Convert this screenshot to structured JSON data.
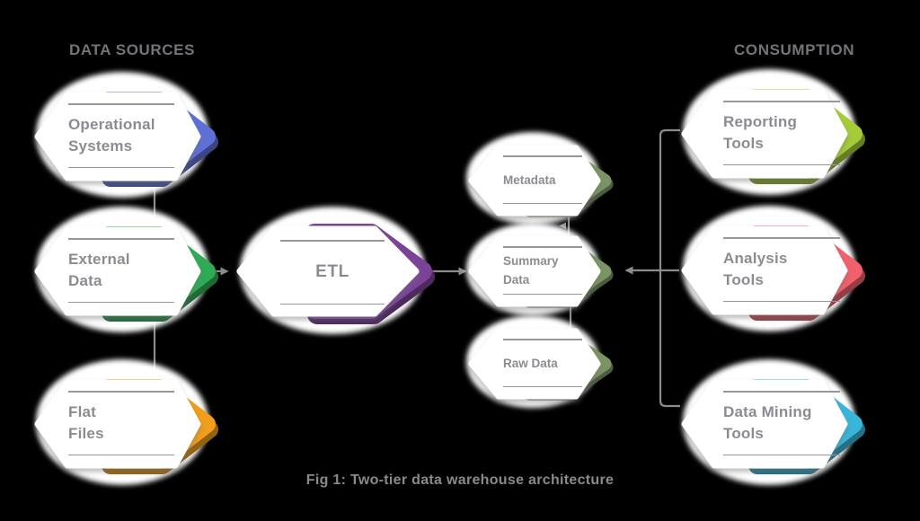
{
  "figure": {
    "caption": "Fig 1: Two-tier data warehouse architecture",
    "background_color": "#000000",
    "connector_color": "#8c8c8c",
    "label_color": "#8b8c91",
    "heading_color": "#737478"
  },
  "sources": {
    "title": "DATA SOURCES",
    "nodes": [
      {
        "id": "operational-systems",
        "label": "Operational\nSystems",
        "accent": "#5f6fd8"
      },
      {
        "id": "external-data",
        "label": "External\nData",
        "accent": "#2fab55"
      },
      {
        "id": "flat-files",
        "label": "Flat\nFiles",
        "accent": "#f09e1b"
      }
    ]
  },
  "etl": {
    "label": "ETL",
    "accent": "#7b4398"
  },
  "warehouse": {
    "nodes": [
      {
        "id": "metadata",
        "label": "Metadata",
        "accent": "#7b9464"
      },
      {
        "id": "summary-data",
        "label": "Summary\nData",
        "accent": "#7b9464"
      },
      {
        "id": "raw-data",
        "label": "Raw Data",
        "accent": "#7b9464"
      }
    ]
  },
  "consumption": {
    "title": "CONSUMPTION",
    "nodes": [
      {
        "id": "reporting-tools",
        "label": "Reporting\nTools",
        "accent": "#a4cc39"
      },
      {
        "id": "analysis-tools",
        "label": "Analysis\nTools",
        "accent": "#f2606c"
      },
      {
        "id": "data-mining-tools",
        "label": "Data Mining\nTools",
        "accent": "#39b5da"
      }
    ]
  }
}
